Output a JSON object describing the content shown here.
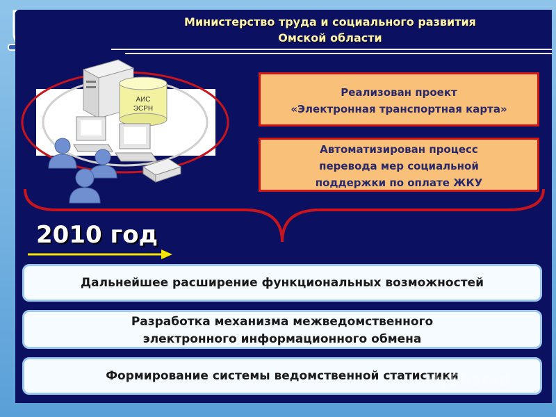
{
  "header": {
    "line1": "Министерство труда и социального развития",
    "line2": "Омской области"
  },
  "diagram": {
    "db_line1": "АИС",
    "db_line2": "ЭСРН"
  },
  "achievements": [
    {
      "line1": "Реализован проект",
      "line2": "«Электронная транспортная карта»"
    },
    {
      "line1": "Автоматизирован процесс",
      "line2": "перевода мер социальной",
      "line3": "поддержки по оплате ЖКУ"
    }
  ],
  "year_label": "2010 год",
  "plans": [
    {
      "line1": "Дальнейшее расширение функциональных возможностей"
    },
    {
      "line1": "Разработка механизма межведомственного",
      "line2": "электронного информационного обмена"
    },
    {
      "line1": "Формирование системы ведомственной статистики"
    }
  ],
  "colors": {
    "panel": "#0b1160",
    "accent_red": "#d01818",
    "orange_box": "#f9c07a",
    "title_text": "#fff3b0",
    "arrow": "#f5e500"
  }
}
